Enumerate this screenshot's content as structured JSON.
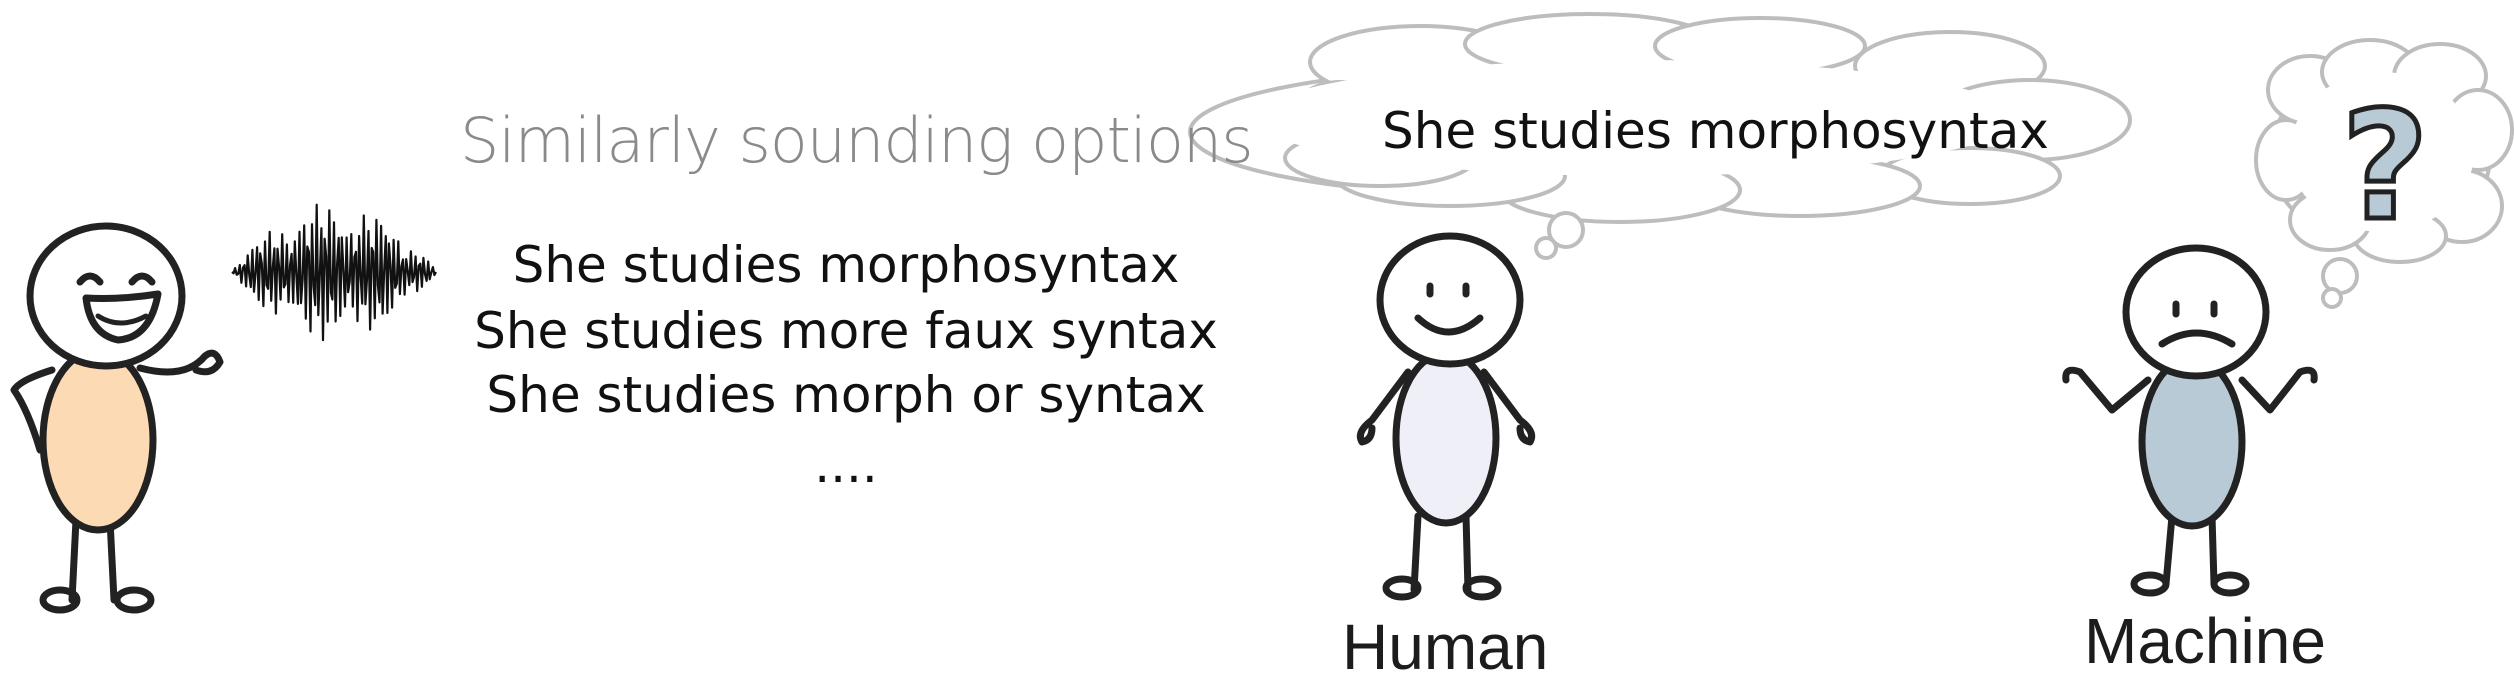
{
  "heading": "Similarly sounding options",
  "options": [
    "She studies morphosyntax",
    "She studies more faux syntax",
    "She studies morph or syntax",
    "...."
  ],
  "human_thought": "She studies morphosyntax",
  "machine_thought_symbol": "?",
  "labels": {
    "human": "Human",
    "machine": "Machine"
  },
  "colors": {
    "speaker_body": "#fbdab4",
    "human_body": "#efeff8",
    "machine_body": "#b9cad7",
    "question_mark_fill": "#b9cad7",
    "outline": "#222222",
    "cloud_outline": "#bdbdbd",
    "heading_text": "#8a8a8a"
  },
  "icons": {
    "speaker": "laughing-stick-figure-icon",
    "sound": "sound-waveform-icon",
    "human": "smiling-stick-figure-icon",
    "machine": "frowning-shrugging-stick-figure-icon",
    "human_bubble": "thought-bubble-icon",
    "machine_bubble": "question-thought-bubble-icon"
  }
}
